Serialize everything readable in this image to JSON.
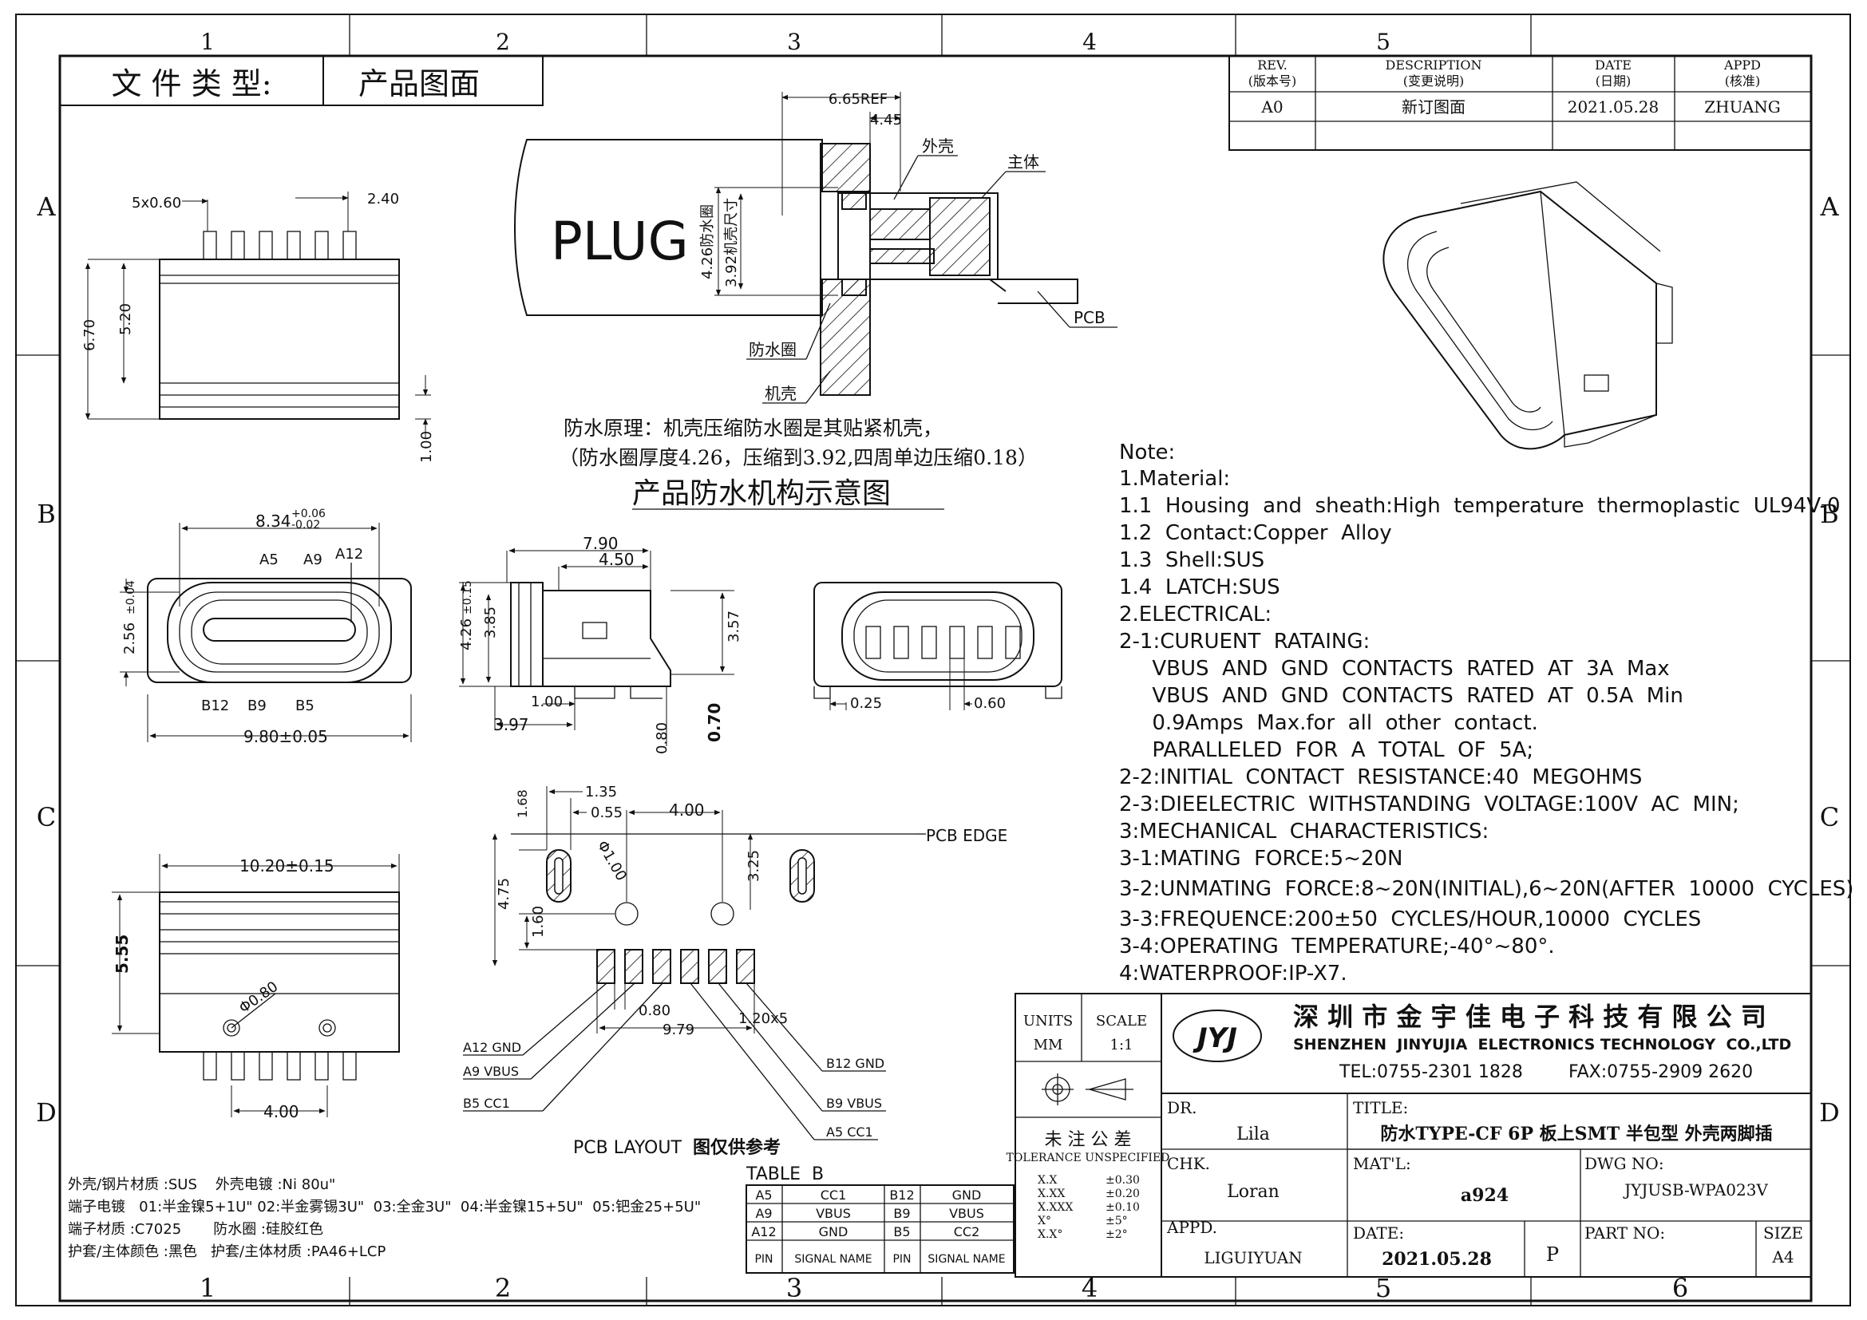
{
  "document_type_label": "文 件 类 型:",
  "document_type_value": "产品图面",
  "grid": {
    "columns": [
      "1",
      "2",
      "3",
      "4",
      "5",
      "6"
    ],
    "rows": [
      "A",
      "B",
      "C",
      "D"
    ]
  },
  "revision_table": {
    "headers": [
      {
        "en": "REV.",
        "cn": "(版本号)"
      },
      {
        "en": "DESCRIPTION",
        "cn": "(变更说明)"
      },
      {
        "en": "DATE",
        "cn": "(日期)"
      },
      {
        "en": "APPD",
        "cn": "(核准)"
      }
    ],
    "rows": [
      {
        "rev": "A0",
        "description": "新订图面",
        "date": "2021.05.28",
        "appd": "ZHUANG"
      }
    ]
  },
  "section_view": {
    "plug_label": "PLUG",
    "dims": {
      "ref": "6.65REF",
      "depth": "4.45",
      "outer": "4.26防水圈",
      "inner": "3.92机壳尺寸"
    },
    "callouts": {
      "shell": "外壳",
      "body": "主体",
      "pcb": "PCB",
      "seal_ring": "防水圈",
      "housing": "机壳"
    },
    "principle_line1": "防水原理：机壳压缩防水圈是其贴紧机壳，",
    "principle_line2": "（防水圈厚度4.26，压缩到3.92,四周单边压缩0.18）",
    "title": "产品防水机构示意图"
  },
  "top_view": {
    "pins": "5x0.60",
    "pitch": "2.40",
    "height_total": "6.70",
    "height_body": "5.20",
    "bottom": "1.00"
  },
  "front_view": {
    "width": "8.34",
    "width_tol_top": "+0.06",
    "width_tol_bottom": "-0.02",
    "height": "2.56",
    "height_tol": "±0.04",
    "overall": "9.80±0.05",
    "labels_top": [
      "A5",
      "A9",
      "A12"
    ],
    "labels_bottom": [
      "B12",
      "B9",
      "B5"
    ]
  },
  "side_view": {
    "len1": "7.90",
    "len2": "4.50",
    "h1": "4.26",
    "h1_tol": "±0.15",
    "h2": "3.85",
    "h3": "3.57",
    "d1": "1.00",
    "d2": "3.97",
    "d3": "0.80",
    "d4": "0.70"
  },
  "rear_view": {
    "d1": "0.25",
    "d2": "0.60"
  },
  "bottom_view": {
    "width": "10.20±0.15",
    "height": "5.55",
    "hole": "Φ0.80",
    "pitch": "4.00"
  },
  "pcb_layout": {
    "dims": {
      "a": "1.35",
      "b": "0.55",
      "c": "4.00",
      "d": "1.68",
      "e": "4.75",
      "f": "1.60",
      "g": "3.25",
      "hole": "Φ1.00",
      "pad": "0.80",
      "pitch": "1.20x5",
      "total": "9.79"
    },
    "edge_label": "PCB EDGE",
    "signals_left": [
      "A12  GND",
      "A9   VBUS",
      "B5   CC1"
    ],
    "signals_right": [
      "B12  GND",
      "B9  VBUS",
      "A5  CC1"
    ],
    "caption_en": "PCB LAYOUT",
    "caption_cn": "图仅供参考"
  },
  "notes": {
    "title": "Note:",
    "lines": [
      "1.Material:",
      "1.1  Housing  and  sheath:High  temperature  thermoplastic  UL94V-0",
      "1.2  Contact:Copper  Alloy",
      "1.3  Shell:SUS",
      "1.4  LATCH:SUS",
      "2.ELECTRICAL:",
      "2-1:CURUENT  RATAING:",
      "     VBUS  AND  GND  CONTACTS  RATED  AT  3A  Max",
      "     VBUS  AND  GND  CONTACTS  RATED  AT  0.5A  Min",
      "     0.9Amps  Max.for  all  other  contact.",
      "     PARALLELED  FOR  A  TOTAL  OF  5A;",
      "2-2:INITIAL  CONTACT  RESISTANCE:40  MEGOHMS",
      "2-3:DIEELECTRIC  WITHSTANDING  VOLTAGE:100V  AC  MIN;",
      "3:MECHANICAL  CHARACTERISTICS:",
      "3-1:MATING  FORCE:5~20N",
      "3-2:UNMATING  FORCE:8~20N(INITIAL),6~20N(AFTER  10000  CYCLES)",
      "3-3:FREQUENCE:200±50  CYCLES/HOUR,10000  CYCLES",
      "3-4:OPERATING  TEMPERATURE;-40°~80°.",
      "4:WATERPROOF:IP-X7."
    ]
  },
  "material_notes": [
    "外壳/钢片材质 :SUS    外壳电镀 :Ni 80u\"",
    "端子电镀   01:半金镍5+1U\" 02:半金雾锡3U\"  03:全金3U\"  04:半金镍15+5U\"  05:钯金25+5U\"",
    "端子材质 :C7025       防水圈 :硅胶红色",
    "护套/主体颜色 :黑色   护套/主体材质 :PA46+LCP"
  ],
  "table_b": {
    "title": "TABLE  B",
    "rows": [
      [
        "A5",
        "CC1",
        "B12",
        "GND"
      ],
      [
        "A9",
        "VBUS",
        "B9",
        "VBUS"
      ],
      [
        "A12",
        "GND",
        "B5",
        "CC2"
      ]
    ],
    "footer": [
      "PIN",
      "SIGNAL NAME",
      "PIN",
      "SIGNAL NAME"
    ]
  },
  "title_block": {
    "units_label": "UNITS",
    "units_value": "MM",
    "scale_label": "SCALE",
    "scale_value": "1:1",
    "company_cn": "深 圳 市 金 宇 佳 电 子 科 技 有 限 公 司",
    "company_en": "SHENZHEN  JINYUJIA  ELECTRONICS TECHNOLOGY  CO.,LTD",
    "tel": "TEL:0755-2301 1828",
    "fax": "FAX:0755-2909 2620",
    "logo_text": "JYJ",
    "tolerance_title": "未 注 公 差",
    "tolerance_subtitle": "TOLERANCE UNSPECIFIED",
    "tolerances": [
      [
        "X.X",
        "±0.30"
      ],
      [
        "X.XX",
        "±0.20"
      ],
      [
        "X.XXX",
        "±0.10"
      ],
      [
        "X°",
        "±5°"
      ],
      [
        "X.X°",
        "±2°"
      ]
    ],
    "dr_label": "DR.",
    "dr_value": "Lila",
    "chk_label": "CHK.",
    "chk_value": "Loran",
    "appd_label": "APPD.",
    "appd_value": "LIGUIYUAN",
    "title_label": "TITLE:",
    "title_value": "防水TYPE-CF 6P 板上SMT 半包型 外壳两脚插",
    "matl_label": "MAT'L:",
    "matl_value": "a924",
    "dwg_label": "DWG NO:",
    "dwg_value": "JYJUSB-WPA023V",
    "date_label": "DATE:",
    "date_value": "2021.05.28",
    "p_label": "P",
    "part_label": "PART  NO:",
    "size_label": "SIZE",
    "size_value": "A4"
  }
}
